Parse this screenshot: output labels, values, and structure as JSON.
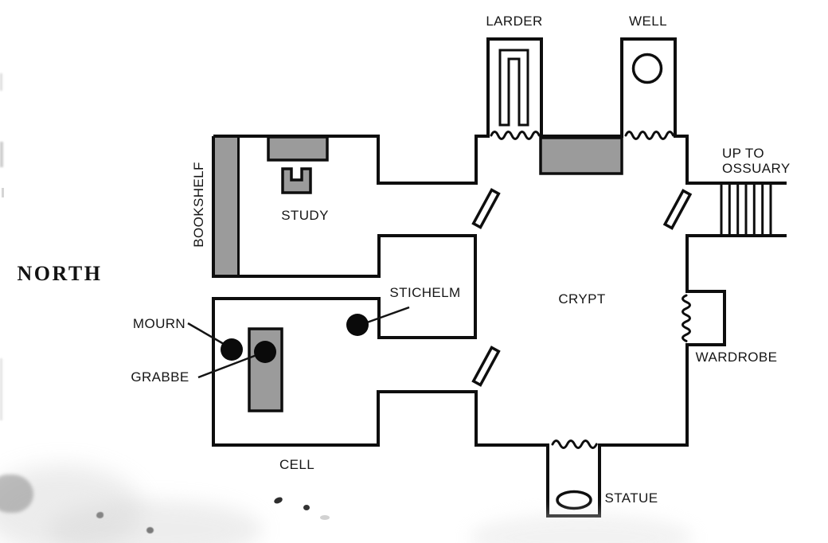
{
  "map": {
    "labels": {
      "north": "NORTH",
      "larder": "LARDER",
      "well": "WELL",
      "ossuary_line1": "UP TO",
      "ossuary_line2": "OSSUARY",
      "bookshelf": "BOOKSHELF",
      "study": "STUDY",
      "stichelm": "STICHELM",
      "crypt": "CRYPT",
      "mourn": "MOURN",
      "grabbe": "GRABBE",
      "wardrobe": "WARDROBE",
      "cell": "CELL",
      "statue": "STATUE"
    },
    "colors": {
      "wall": "#0e0e0e",
      "furniture_fill": "#9b9b9b",
      "background": "#ffffff",
      "person_marker": "#0a0a0a"
    }
  }
}
